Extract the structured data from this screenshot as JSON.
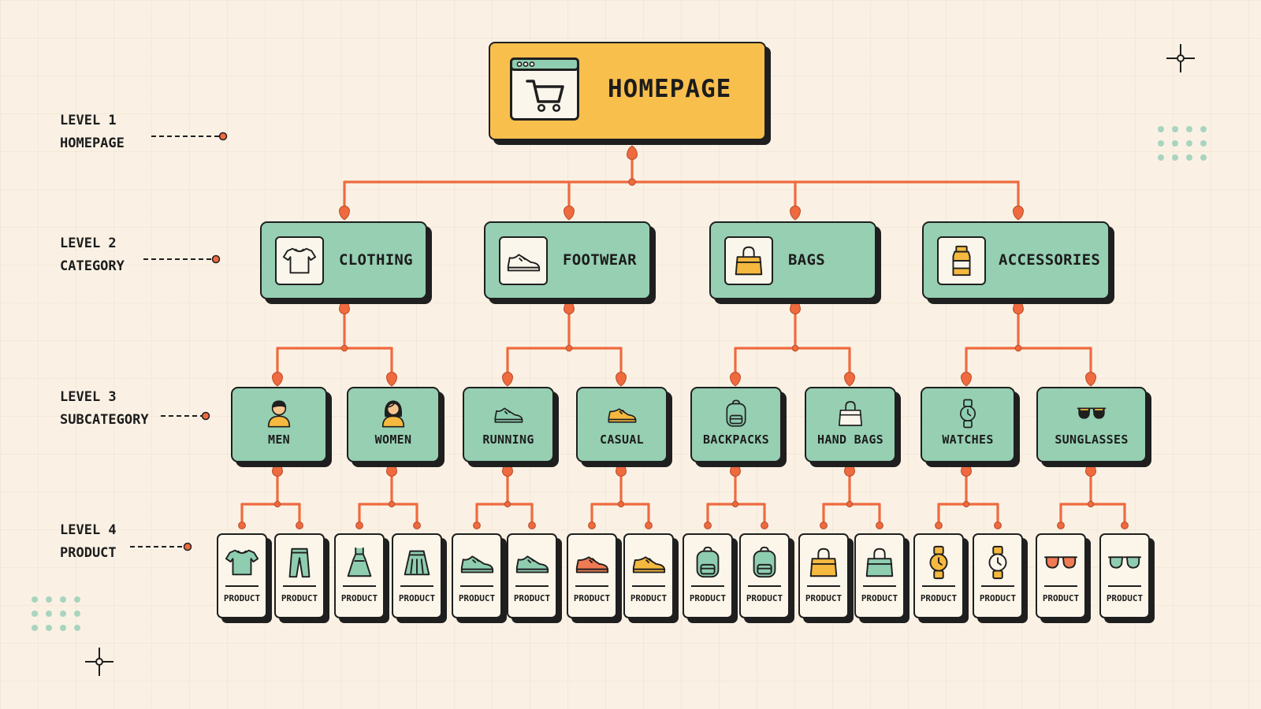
{
  "homepage": {
    "label": "HOMEPAGE",
    "icon": "shopping-cart-browser-icon"
  },
  "levels": [
    {
      "line1": "LEVEL 1",
      "line2": "HOMEPAGE"
    },
    {
      "line1": "LEVEL 2",
      "line2": "CATEGORY"
    },
    {
      "line1": "LEVEL 3",
      "line2": "SUBCATEGORY"
    },
    {
      "line1": "LEVEL 4",
      "line2": "PRODUCT"
    }
  ],
  "categories": [
    {
      "label": "CLOTHING",
      "icon": "t-shirt-icon",
      "subcategories": [
        {
          "label": "MEN",
          "icon": "man-icon",
          "products": [
            {
              "label": "PRODUCT",
              "icon": "t-shirt-icon"
            },
            {
              "label": "PRODUCT",
              "icon": "pants-icon"
            }
          ]
        },
        {
          "label": "WOMEN",
          "icon": "woman-icon",
          "products": [
            {
              "label": "PRODUCT",
              "icon": "dress-icon"
            },
            {
              "label": "PRODUCT",
              "icon": "skirt-icon"
            }
          ]
        }
      ]
    },
    {
      "label": "FOOTWEAR",
      "icon": "sneaker-icon",
      "subcategories": [
        {
          "label": "RUNNING",
          "icon": "running-shoe-icon",
          "products": [
            {
              "label": "PRODUCT",
              "icon": "running-shoe-icon"
            },
            {
              "label": "PRODUCT",
              "icon": "running-shoe-icon"
            }
          ]
        },
        {
          "label": "CASUAL",
          "icon": "casual-shoe-icon",
          "products": [
            {
              "label": "PRODUCT",
              "icon": "casual-shoe-icon"
            },
            {
              "label": "PRODUCT",
              "icon": "casual-shoe-icon"
            }
          ]
        }
      ]
    },
    {
      "label": "BAGS",
      "icon": "handbag-icon",
      "subcategories": [
        {
          "label": "BACKPACKS",
          "icon": "backpack-icon",
          "products": [
            {
              "label": "PRODUCT",
              "icon": "backpack-icon"
            },
            {
              "label": "PRODUCT",
              "icon": "backpack-icon"
            }
          ]
        },
        {
          "label": "HAND BAGS",
          "icon": "handbag-icon",
          "products": [
            {
              "label": "PRODUCT",
              "icon": "handbag-icon"
            },
            {
              "label": "PRODUCT",
              "icon": "handbag-icon"
            }
          ]
        }
      ]
    },
    {
      "label": "ACCESSORIES",
      "icon": "bottle-icon",
      "subcategories": [
        {
          "label": "WATCHES",
          "icon": "watch-icon",
          "products": [
            {
              "label": "PRODUCT",
              "icon": "watch-icon"
            },
            {
              "label": "PRODUCT",
              "icon": "watch-icon"
            }
          ]
        },
        {
          "label": "SUNGLASSES",
          "icon": "sunglasses-icon",
          "products": [
            {
              "label": "PRODUCT",
              "icon": "glasses-icon"
            },
            {
              "label": "PRODUCT",
              "icon": "glasses-icon"
            }
          ]
        }
      ]
    }
  ],
  "colors": {
    "background": "#faf1e4",
    "homepage_fill": "#f9bf4d",
    "node_fill": "#96cfb2",
    "product_fill": "#fcf6ea",
    "connector": "#ef6a3f",
    "outline": "#1f1f1f",
    "decor_dots": "#a9d5bf"
  }
}
